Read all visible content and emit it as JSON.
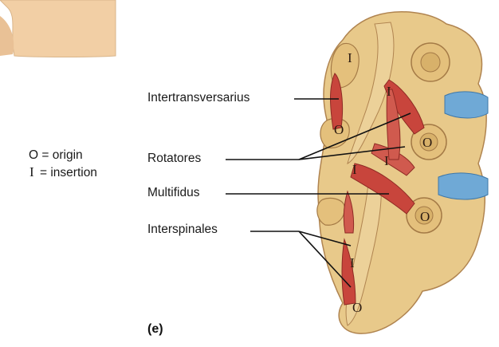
{
  "legend": {
    "origin_letter": "O",
    "origin_text": "= origin",
    "insertion_letter": "I",
    "insertion_text": "= insertion"
  },
  "labels": {
    "intertransversarius": "Intertransversarius",
    "rotatores": "Rotatores",
    "multifidus": "Multifidus",
    "interspinales": "Interspinales"
  },
  "markers": {
    "O": "O",
    "I": "I"
  },
  "panel_label": "(e)",
  "colors": {
    "bone": "#e8c98a",
    "bone_dark": "#c9a064",
    "muscle": "#c8453c",
    "muscle_light": "#e07a6c",
    "disc": "#6fa9d6",
    "skin": "#f2cfa5"
  }
}
